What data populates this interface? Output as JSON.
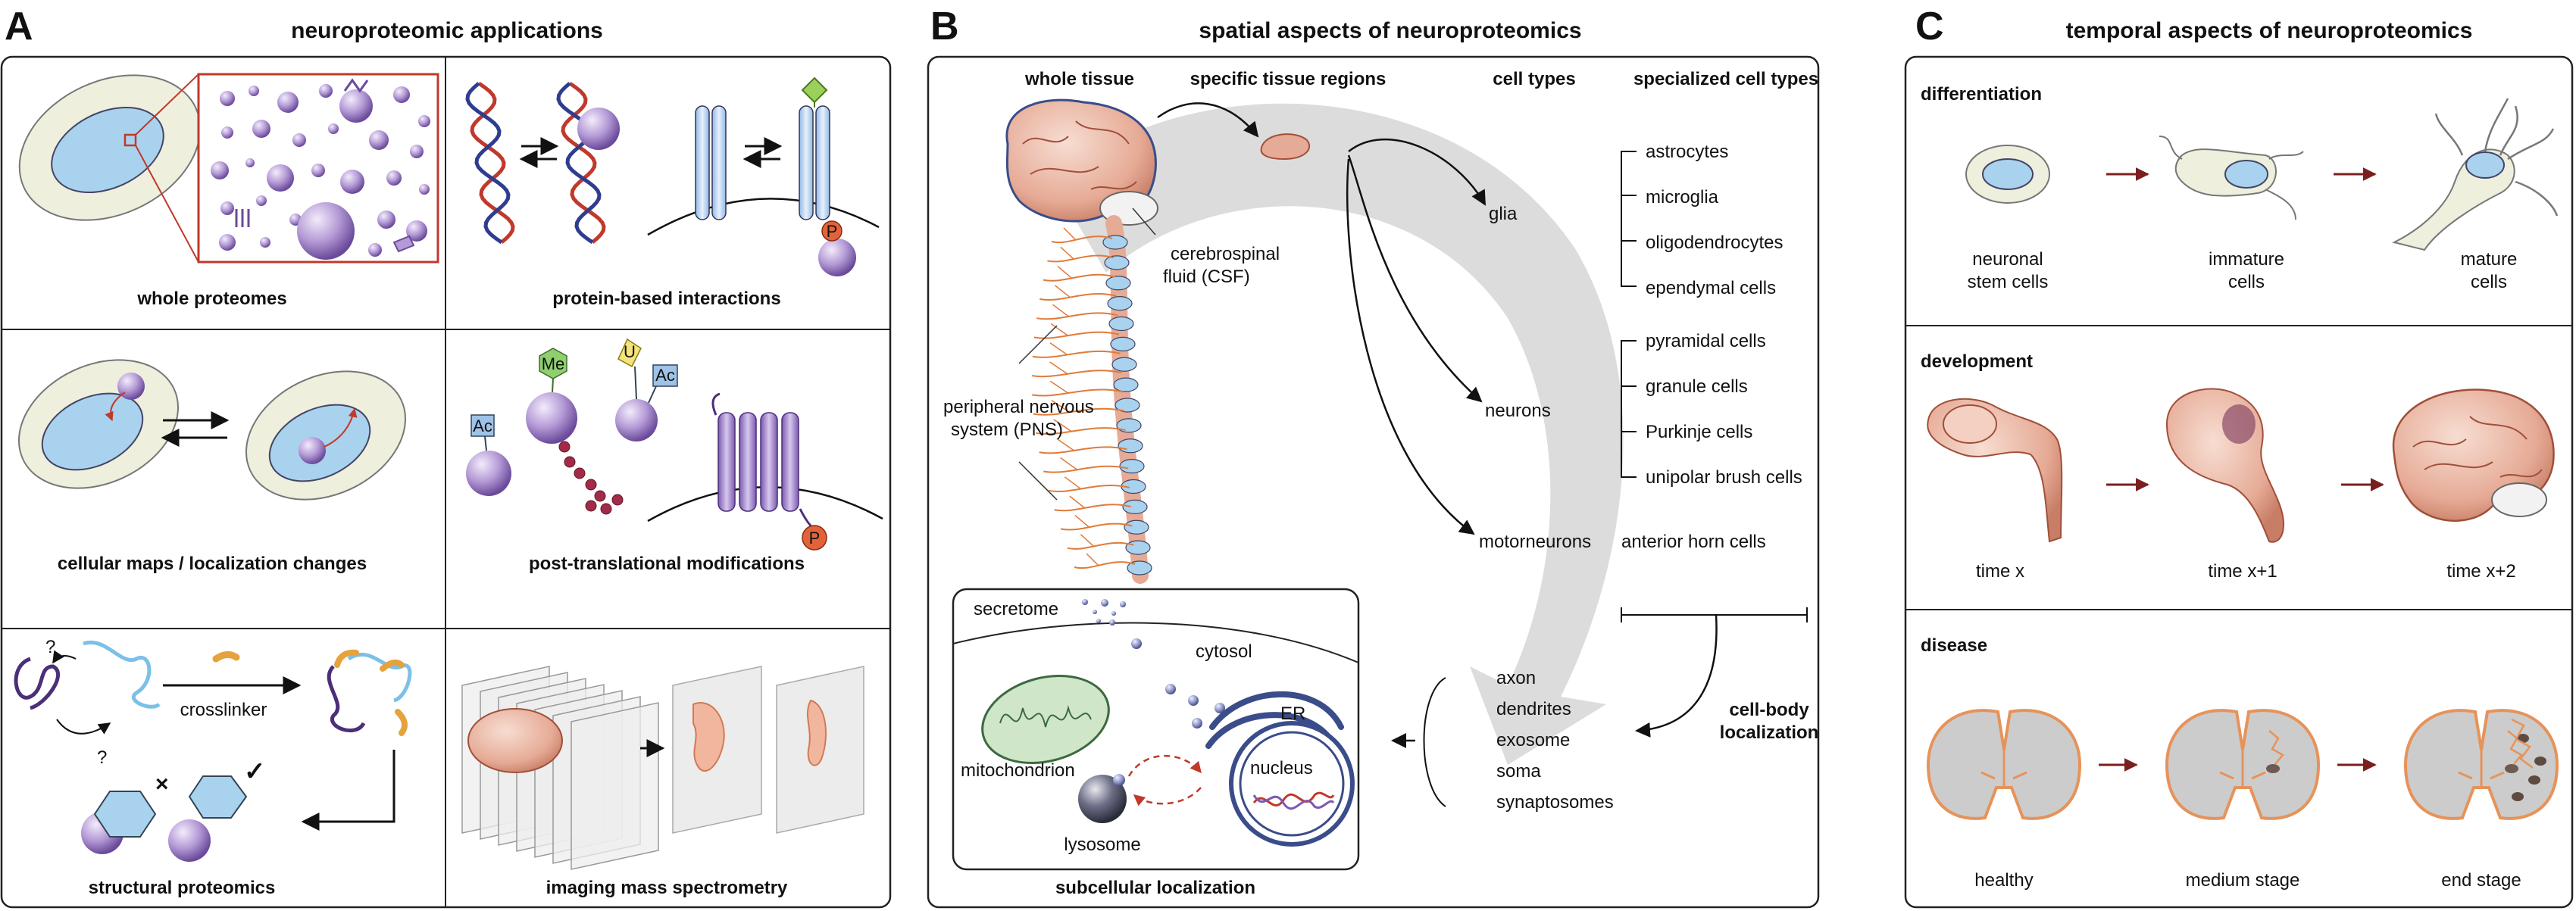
{
  "panels": {
    "A": {
      "letter": "A",
      "title": "neuroproteomic applications",
      "cells": {
        "whole_proteomes": "whole proteomes",
        "protein_interactions": "protein-based interactions",
        "cellular_maps": "cellular maps / localization changes",
        "ptm": "post-translational modifications",
        "structural": "structural proteomics",
        "imaging_ms": "imaging mass spectrometry"
      },
      "ptm_tags": {
        "me": "Me",
        "u": "U",
        "ac1": "Ac",
        "ac2": "Ac",
        "p": "P"
      },
      "interaction_p": "P",
      "structural_labels": {
        "q1": "?",
        "q2": "?",
        "crosslinker": "crosslinker",
        "check": "✓",
        "cross": "×"
      }
    },
    "B": {
      "letter": "B",
      "title": "spatial aspects of neuroproteomics",
      "headers": {
        "whole_tissue": "whole tissue",
        "specific_regions": "specific tissue regions",
        "cell_types": "cell types",
        "specialized": "specialized cell types"
      },
      "csf_line1": "cerebrospinal",
      "csf_line2": "fluid (CSF)",
      "pns_line1": "peripheral nervous",
      "pns_line2": "system (PNS)",
      "cell_types": {
        "glia": "glia",
        "neurons": "neurons",
        "motorneurons": "motorneurons"
      },
      "glia_types": [
        "astrocytes",
        "microglia",
        "oligodendrocytes",
        "ependymal cells"
      ],
      "neuron_types": [
        "pyramidal cells",
        "granule cells",
        "Purkinje cells",
        "unipolar brush cells"
      ],
      "motor_types": [
        "anterior horn cells"
      ],
      "compartments": [
        "axon",
        "dendrites",
        "exosome",
        "soma",
        "synaptosomes"
      ],
      "cellbody_line1": "cell-body",
      "cellbody_line2": "localization",
      "subcellular": {
        "secretome": "secretome",
        "cytosol": "cytosol",
        "er": "ER",
        "mitochondrion": "mitochondrion",
        "nucleus": "nucleus",
        "lysosome": "lysosome",
        "caption": "subcellular localization"
      }
    },
    "C": {
      "letter": "C",
      "title": "temporal aspects of neuroproteomics",
      "differentiation": {
        "title": "differentiation",
        "stem_line1": "neuronal",
        "stem_line2": "stem cells",
        "immature_line1": "immature",
        "immature_line2": "cells",
        "mature_line1": "mature",
        "mature_line2": "cells"
      },
      "development": {
        "title": "development",
        "t1": "time x",
        "t2": "time x+1",
        "t3": "time x+2"
      },
      "disease": {
        "title": "disease",
        "s1": "healthy",
        "s2": "medium stage",
        "s3": "end stage"
      }
    }
  },
  "colors": {
    "cell_outer": "#eeefdc",
    "nucleus": "#a9d2ee",
    "protein": "#b49ad6",
    "protein_dark": "#6a4a9a",
    "brain": "#eab7a5",
    "brain_line": "#a04f3a",
    "accent_red": "#c0392b",
    "dev_arrow": "#7a1f1f",
    "grey_arrow": "#d9d9d9",
    "orange": "#e6a23c",
    "nerve": "#e07b39"
  }
}
